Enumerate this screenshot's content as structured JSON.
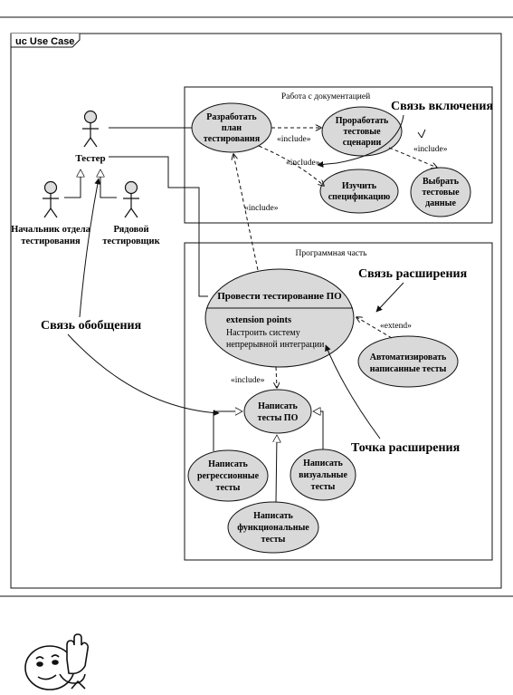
{
  "frame": {
    "tag": "uc Use Case"
  },
  "packages": {
    "docs": {
      "title": "Работа с документацией"
    },
    "program": {
      "title": "Программная часть"
    }
  },
  "actors": {
    "tester": "Тестер",
    "head": [
      "Начальник отдела",
      "тестирования"
    ],
    "regular": [
      "Рядовой",
      "тестировщик"
    ]
  },
  "usecases": {
    "plan": [
      "Разработать",
      "план",
      "тестирования"
    ],
    "scenarios": [
      "Проработать",
      "тестовые",
      "сценарии"
    ],
    "spec": [
      "Изучить",
      "спецификацию"
    ],
    "choose_data": [
      "Выбрать",
      "тестовые",
      "данные"
    ],
    "run_tests": "Провести тестирование ПО",
    "ext_points_title": "extension points",
    "ext_points": [
      "Настроить систему",
      "непрерывной интеграции"
    ],
    "automate": [
      "Автоматизировать",
      "написанные тесты"
    ],
    "write_tests": [
      "Написать",
      "тесты ПО"
    ],
    "regression": [
      "Написать",
      "регрессионные",
      "тесты"
    ],
    "visual": [
      "Написать",
      "визуальные",
      "тесты"
    ],
    "functional": [
      "Написать",
      "функциональные",
      "тесты"
    ]
  },
  "stereotypes": {
    "include": "«include»",
    "extend": "«extend»"
  },
  "callouts": {
    "inclusion": "Связь включения",
    "extension": "Связь расширения",
    "generalization": "Связь обобщения",
    "ext_point": "Точка расширения"
  },
  "icons": [
    "pointing-hand-icon"
  ]
}
